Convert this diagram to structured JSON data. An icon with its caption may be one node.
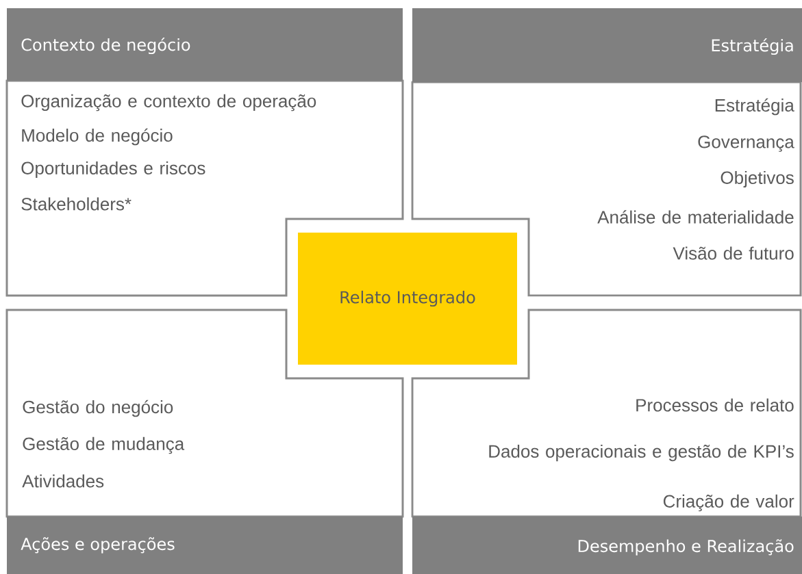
{
  "diagram": {
    "nodes": [
      {
        "text": [
          "Contexto de negócio",
          "Organização e contexto de operação",
          "Modelo de negócio",
          "Oportunidades e riscos",
          "Stakeholders*"
        ]
      },
      {
        "text": [
          "Estratégia",
          "Estratégia",
          "Governança",
          "Objetivos",
          "Análise de materialidade",
          "Visão de futuro"
        ]
      },
      {
        "text": [
          "Gestão do negócio",
          "Gestão de mudança",
          "Atividades",
          "Ações e operações"
        ]
      },
      {
        "text": [
          "Processos de relato",
          "Dados operacionais e gestão de KPI’s",
          "Criação de valor",
          "Desempenho e Realização"
        ]
      },
      {
        "text": [
          "Relato Integrado"
        ]
      }
    ]
  }
}
